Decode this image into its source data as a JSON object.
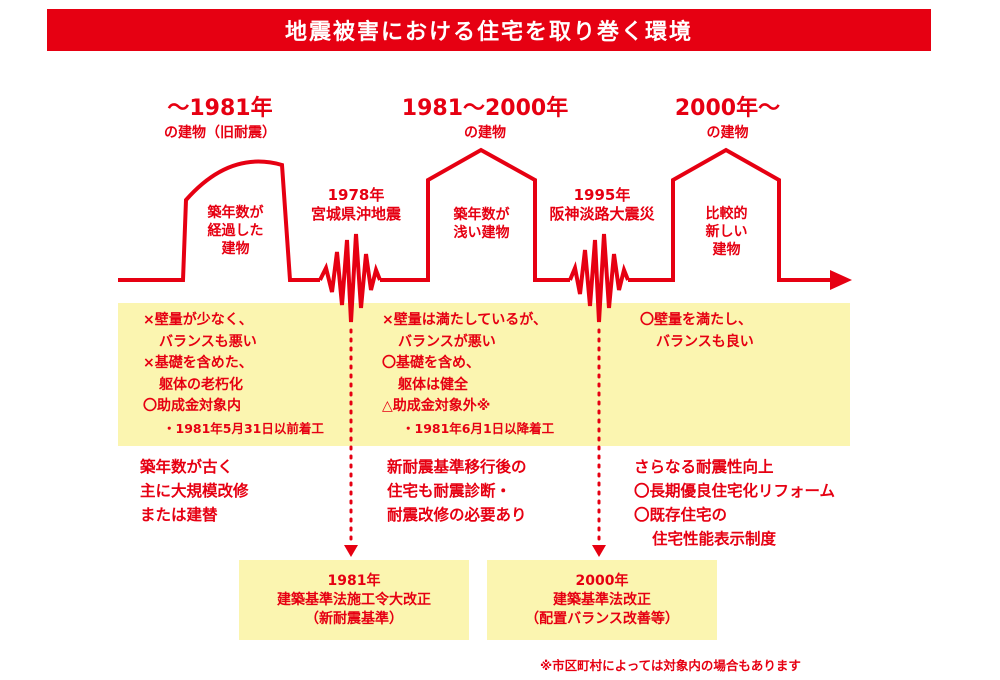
{
  "title": "地震被害における住宅を取り巻く環境",
  "eras": [
    {
      "year": "〜1981年",
      "sub": "の建物（旧耐震）",
      "house_lines": [
        "築年数が",
        "経過した",
        "建物"
      ]
    },
    {
      "year": "1981〜2000年",
      "sub": "の建物",
      "house_lines": [
        "築年数が",
        "浅い建物"
      ]
    },
    {
      "year": "2000年〜",
      "sub": "の建物",
      "house_lines": [
        "比較的",
        "新しい",
        "建物"
      ]
    }
  ],
  "quakes": [
    {
      "year": "1978年",
      "name": "宮城県沖地震"
    },
    {
      "year": "1995年",
      "name": "阪神淡路大震災"
    }
  ],
  "conditions": [
    {
      "lines": [
        "×壁量が少なく、",
        "バランスも悪い",
        "×基礎を含めた、",
        "躯体の老朽化",
        "〇助成金対象内"
      ],
      "note": "・1981年5月31日以前着工"
    },
    {
      "lines": [
        "×壁量は満たしているが、",
        "バランスが悪い",
        "〇基礎を含め、",
        "躯体は健全",
        "△助成金対象外※"
      ],
      "note": "・1981年6月1日以降着工"
    },
    {
      "lines": [
        "〇壁量を満たし、",
        "バランスも良い"
      ],
      "note": ""
    }
  ],
  "advice": [
    {
      "lines": [
        "築年数が古く",
        "主に大規模改修",
        "または建替"
      ]
    },
    {
      "lines": [
        "新耐震基準移行後の",
        "住宅も耐震診断・",
        "耐震改修の必要あり"
      ]
    },
    {
      "lines": [
        "さらなる耐震性向上",
        "〇長期優良住宅化リフォーム",
        "〇既存住宅の",
        "住宅性能表示制度"
      ]
    }
  ],
  "laws": [
    {
      "lines": [
        "1981年",
        "建築基準法施工令大改正",
        "（新耐震基準）"
      ]
    },
    {
      "lines": [
        "2000年",
        "建築基準法改正",
        "（配置バランス改善等）"
      ]
    }
  ],
  "footnote": "※市区町村によっては対象内の場合もあります",
  "colors": {
    "accent": "#e60012",
    "band": "#fbf5b0",
    "white": "#ffffff"
  }
}
